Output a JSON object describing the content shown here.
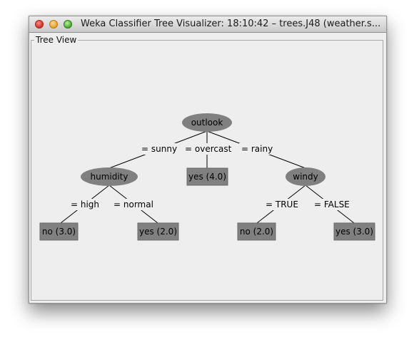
{
  "window": {
    "title": "Weka Classifier Tree Visualizer: 18:10:42 – trees.J48 (weather.s..."
  },
  "panel": {
    "label": "Tree View"
  },
  "tree": {
    "root": "outlook",
    "nodes": [
      {
        "id": "outlook",
        "label": "outlook",
        "type": "decision"
      },
      {
        "id": "humidity",
        "label": "humidity",
        "type": "decision"
      },
      {
        "id": "windy",
        "label": "windy",
        "type": "decision"
      },
      {
        "id": "leaf1",
        "label": "no (3.0)",
        "type": "leaf"
      },
      {
        "id": "leaf2",
        "label": "yes (2.0)",
        "type": "leaf"
      },
      {
        "id": "leaf3",
        "label": "yes (4.0)",
        "type": "leaf"
      },
      {
        "id": "leaf4",
        "label": "no (2.0)",
        "type": "leaf"
      },
      {
        "id": "leaf5",
        "label": "yes (3.0)",
        "type": "leaf"
      }
    ],
    "edges": [
      {
        "label": "= sunny"
      },
      {
        "label": "= overcast"
      },
      {
        "label": "= rainy"
      },
      {
        "label": "= high"
      },
      {
        "label": "= normal"
      },
      {
        "label": "= TRUE"
      },
      {
        "label": "= FALSE"
      }
    ]
  }
}
